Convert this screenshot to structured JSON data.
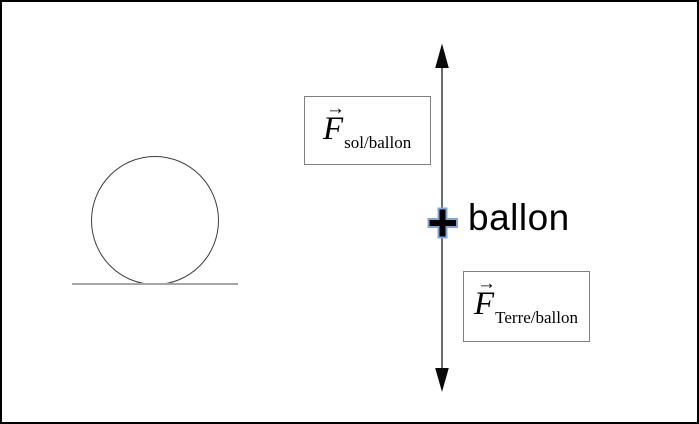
{
  "labels": {
    "point": "ballon",
    "marker": "+"
  },
  "forces": {
    "sol": {
      "symbol": "F",
      "vector_arrow": "→",
      "subscript": "sol/ballon"
    },
    "terre": {
      "symbol": "F",
      "vector_arrow": "→",
      "subscript": "Terre/ballon"
    }
  },
  "colors": {
    "background": "#ffffff",
    "frame_border": "#000000",
    "text": "#000000",
    "force_line": "#6b6b6b",
    "arrowhead": "#0a0a0a",
    "plus_fill": "#000000",
    "plus_outline": "#7da7d9",
    "box_border": "#808080",
    "ground_line": "#a6a6a6",
    "circle_outline": "#3f3f3f"
  }
}
